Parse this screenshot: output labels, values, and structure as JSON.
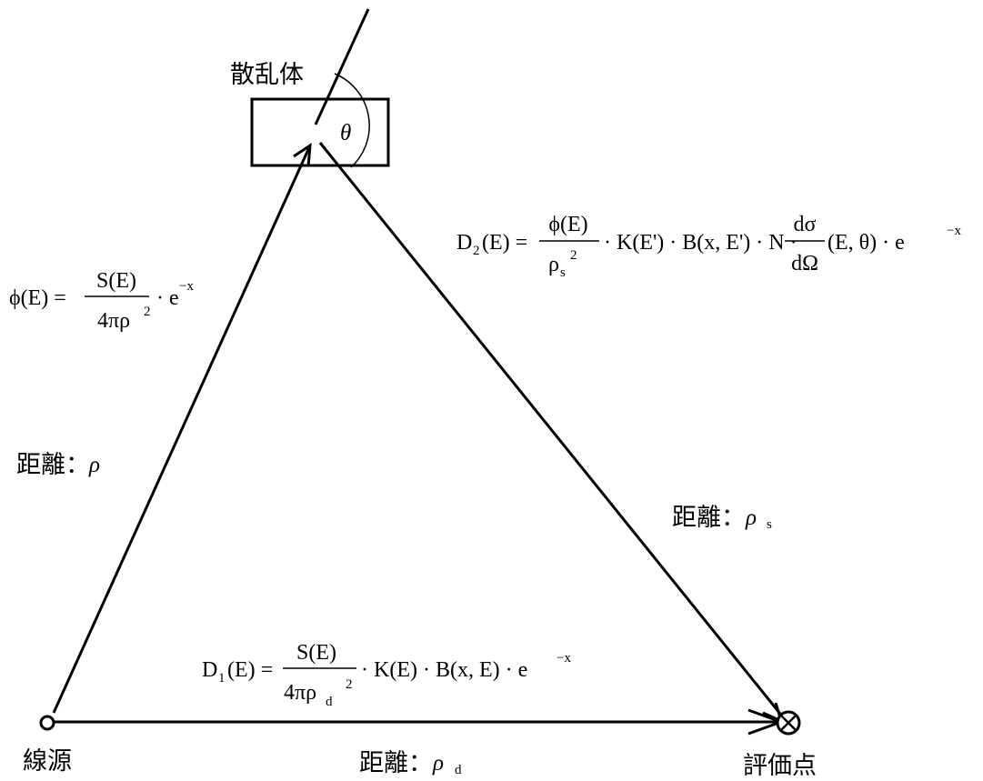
{
  "labels": {
    "scatterer": "散乱体",
    "source": "線源",
    "evaluation_point": "評価点",
    "angle_symbol": "θ"
  },
  "distances": {
    "source_to_scatterer": {
      "label": "距離：",
      "symbol": "ρ",
      "subscript": ""
    },
    "scatterer_to_point": {
      "label": "距離：",
      "symbol": "ρ",
      "subscript": "s"
    },
    "source_to_point": {
      "label": "距離：",
      "symbol": "ρ",
      "subscript": "d"
    }
  },
  "formulas": {
    "flux": {
      "lhs": "ϕ(E) =",
      "numerator": "S(E)",
      "denominator": "4πρ",
      "denominator_sup": "2",
      "tail": "· e",
      "tail_sup": "−x"
    },
    "d2": {
      "lhs_main": "D",
      "lhs_sub": "2",
      "lhs_rest": "(E) =",
      "frac1_num": "ϕ(E)",
      "frac1_den": "ρ",
      "frac1_den_sub": "s",
      "frac1_den_sup": "2",
      "middle": "· K(E') · B(x, E') · N ·",
      "frac2_num": "dσ",
      "frac2_den": "dΩ",
      "tail": "(E, θ) · e",
      "tail_sup": "−x"
    },
    "d1": {
      "lhs_main": "D",
      "lhs_sub": "1",
      "lhs_rest": "(E) =",
      "numerator": "S(E)",
      "denominator": "4πρ",
      "denominator_sub": "d",
      "denominator_sup": "2",
      "tail": "· K(E) · B(x, E) · e",
      "tail_sup": "−x"
    }
  }
}
